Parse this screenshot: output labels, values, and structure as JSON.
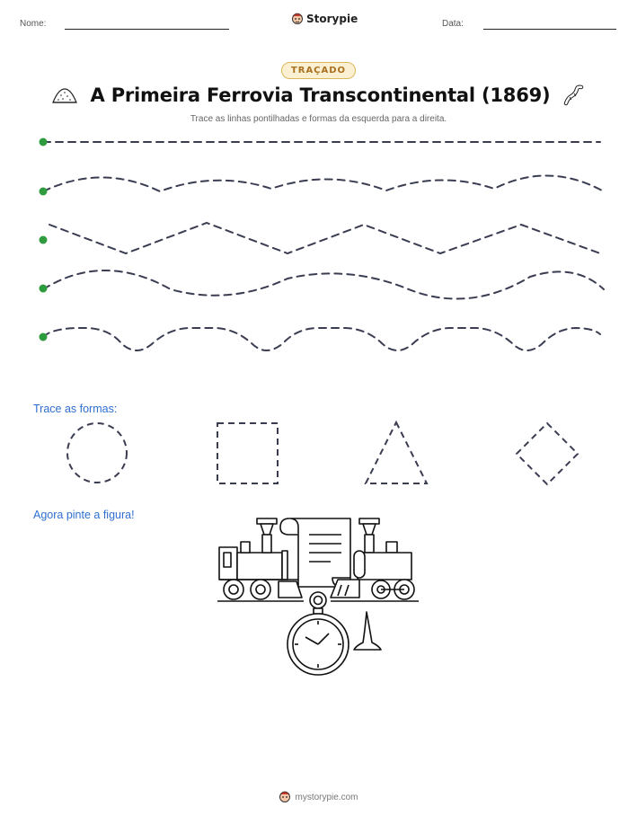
{
  "header": {
    "name_label": "Nome:",
    "brand": "Storypie",
    "date_label": "Data:"
  },
  "badge": "TRAÇADO",
  "title": "A Primeira Ferrovia Transcontinental (1869)",
  "subtitle": "Trace as linhas pontilhadas e formas da esquerda para a direita.",
  "tracing_lines": [
    {
      "kind": "straight"
    },
    {
      "kind": "wave"
    },
    {
      "kind": "zigzag"
    },
    {
      "kind": "wave"
    },
    {
      "kind": "bumps"
    }
  ],
  "shapes_label": "Trace as formas:",
  "shapes": [
    "circle",
    "square",
    "triangle",
    "diamond"
  ],
  "color_label": "Agora pinte a figura!",
  "figure_icons": [
    "locomotive-icon",
    "scroll-icon",
    "locomotive-icon",
    "pocket-watch-icon",
    "railroad-spike-icon"
  ],
  "footer": "mystorypie.com",
  "colors": {
    "dash": "#3a3d52",
    "start_dot": "#2e9b3f",
    "section": "#2f6fd0",
    "badge_border": "#d9b85a"
  }
}
